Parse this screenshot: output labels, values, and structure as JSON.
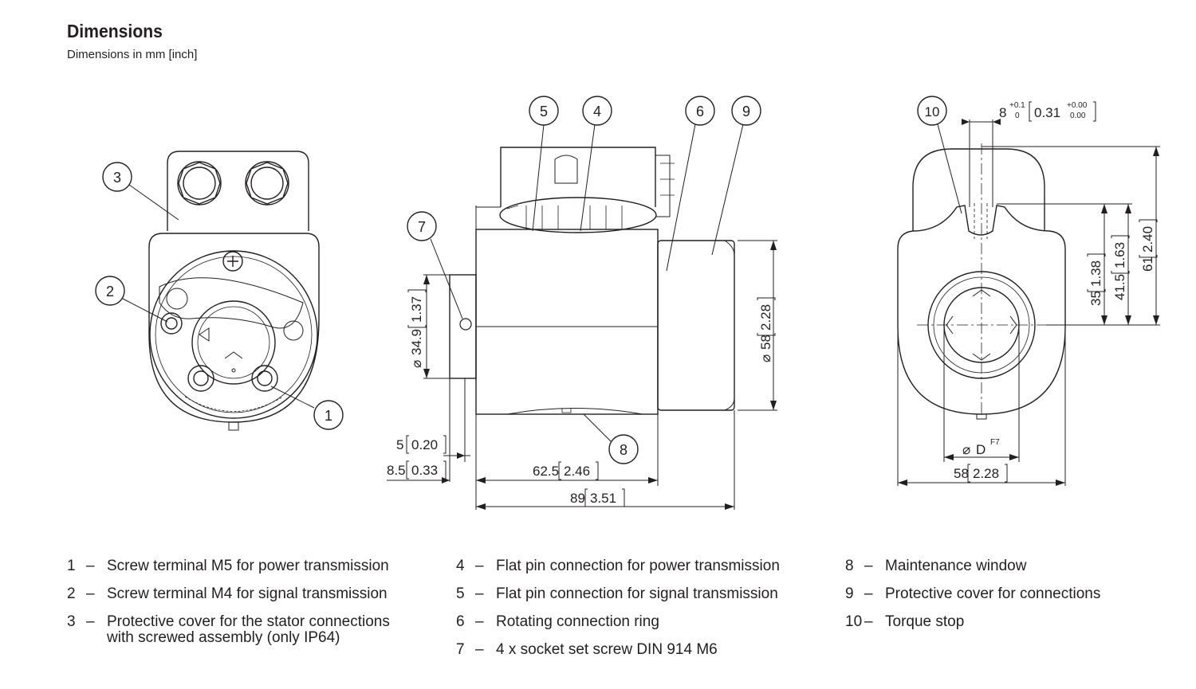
{
  "header": {
    "title": "Dimensions",
    "subtitle": "Dimensions in mm [inch]"
  },
  "callouts": [
    "1",
    "2",
    "3",
    "4",
    "5",
    "6",
    "7",
    "8",
    "9",
    "10"
  ],
  "dimensions": {
    "d_length_short": "5",
    "d_length_short_in": "0.20",
    "d_flange": "8.5",
    "d_flange_in": "0.33",
    "d_body": "62.5",
    "d_body_in": "2.46",
    "d_total": "89",
    "d_total_in": "3.51",
    "d_bore": "34.9",
    "d_bore_in": "1.37",
    "d_dia": "58",
    "d_dia_in": "2.28",
    "d_width": "58",
    "d_width_in": "2.28",
    "d_h35": "35",
    "d_h35_in": "1.38",
    "d_h415": "41.5",
    "d_h415_in": "1.63",
    "d_h61": "61",
    "d_h61_in": "2.40",
    "d_slot": "8",
    "d_slot_tol_upper": "+0.1",
    "d_slot_tol_lower": "0",
    "d_slot_in": "0.31",
    "d_slot_in_upper": "+0.00",
    "d_slot_in_lower": "0.00",
    "phi_symbol": "⌀",
    "bore_label": "D",
    "bore_fit": "F7"
  },
  "legend": {
    "dash": "–",
    "col1": [
      {
        "num": "1",
        "text": "Screw terminal M5 for power transmission"
      },
      {
        "num": "2",
        "text": "Screw terminal M4 for signal transmission"
      },
      {
        "num": "3",
        "text": "Protective cover for the stator connections",
        "cont": "with screwed assembly (only IP64)"
      }
    ],
    "col2": [
      {
        "num": "4",
        "text": "Flat pin connection for power transmission"
      },
      {
        "num": "5",
        "text": "Flat pin connection for signal transmission"
      },
      {
        "num": "6",
        "text": "Rotating connection ring"
      },
      {
        "num": "7",
        "text": "4 x socket set screw DIN 914 M6"
      }
    ],
    "col3": [
      {
        "num": "8",
        "text": "Maintenance window"
      },
      {
        "num": "9",
        "text": "Protective cover for connections"
      },
      {
        "num": "10",
        "text": "Torque stop"
      }
    ]
  }
}
